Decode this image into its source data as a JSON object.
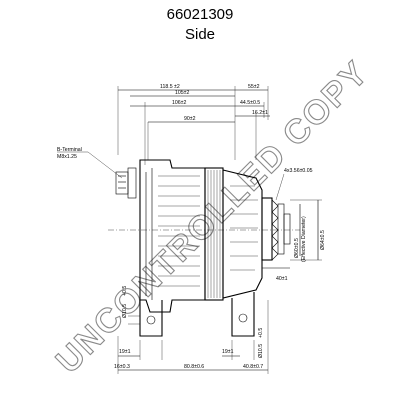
{
  "header": {
    "part_number": "66021309",
    "view": "Side"
  },
  "watermark": "UNCONTROLLED COPY",
  "callout": {
    "line1": "B-Terminal",
    "line2": "M8x1.25"
  },
  "dimensions": {
    "d_118_5": "118.5  ±2",
    "d_105": "105±2",
    "d_55": "55±2",
    "d_106": "106±2",
    "d_44_5": "44.5±0.5",
    "d_90": "90±2",
    "d_16_2": "16.2±1",
    "d_4x3_56": "4x3.56±0.05",
    "d_pulley_a": "Ø60±0.5",
    "d_pulley_a2": "(Effective Diameter)",
    "d_pulley_b": "Ø64±0.5",
    "d_40": "40±1",
    "d_10_5": "Ø10.5",
    "d_10_5_tol": "+0.5",
    "d_19_left": "19±1",
    "d_19_right": "19±1",
    "d_10_5_b": "Ø10.5",
    "d_10_5_b_tol": "+0.5",
    "d_16": "16±0.3",
    "d_80_8": "80.8±0.6",
    "d_40_8": "40.8±0.7"
  }
}
